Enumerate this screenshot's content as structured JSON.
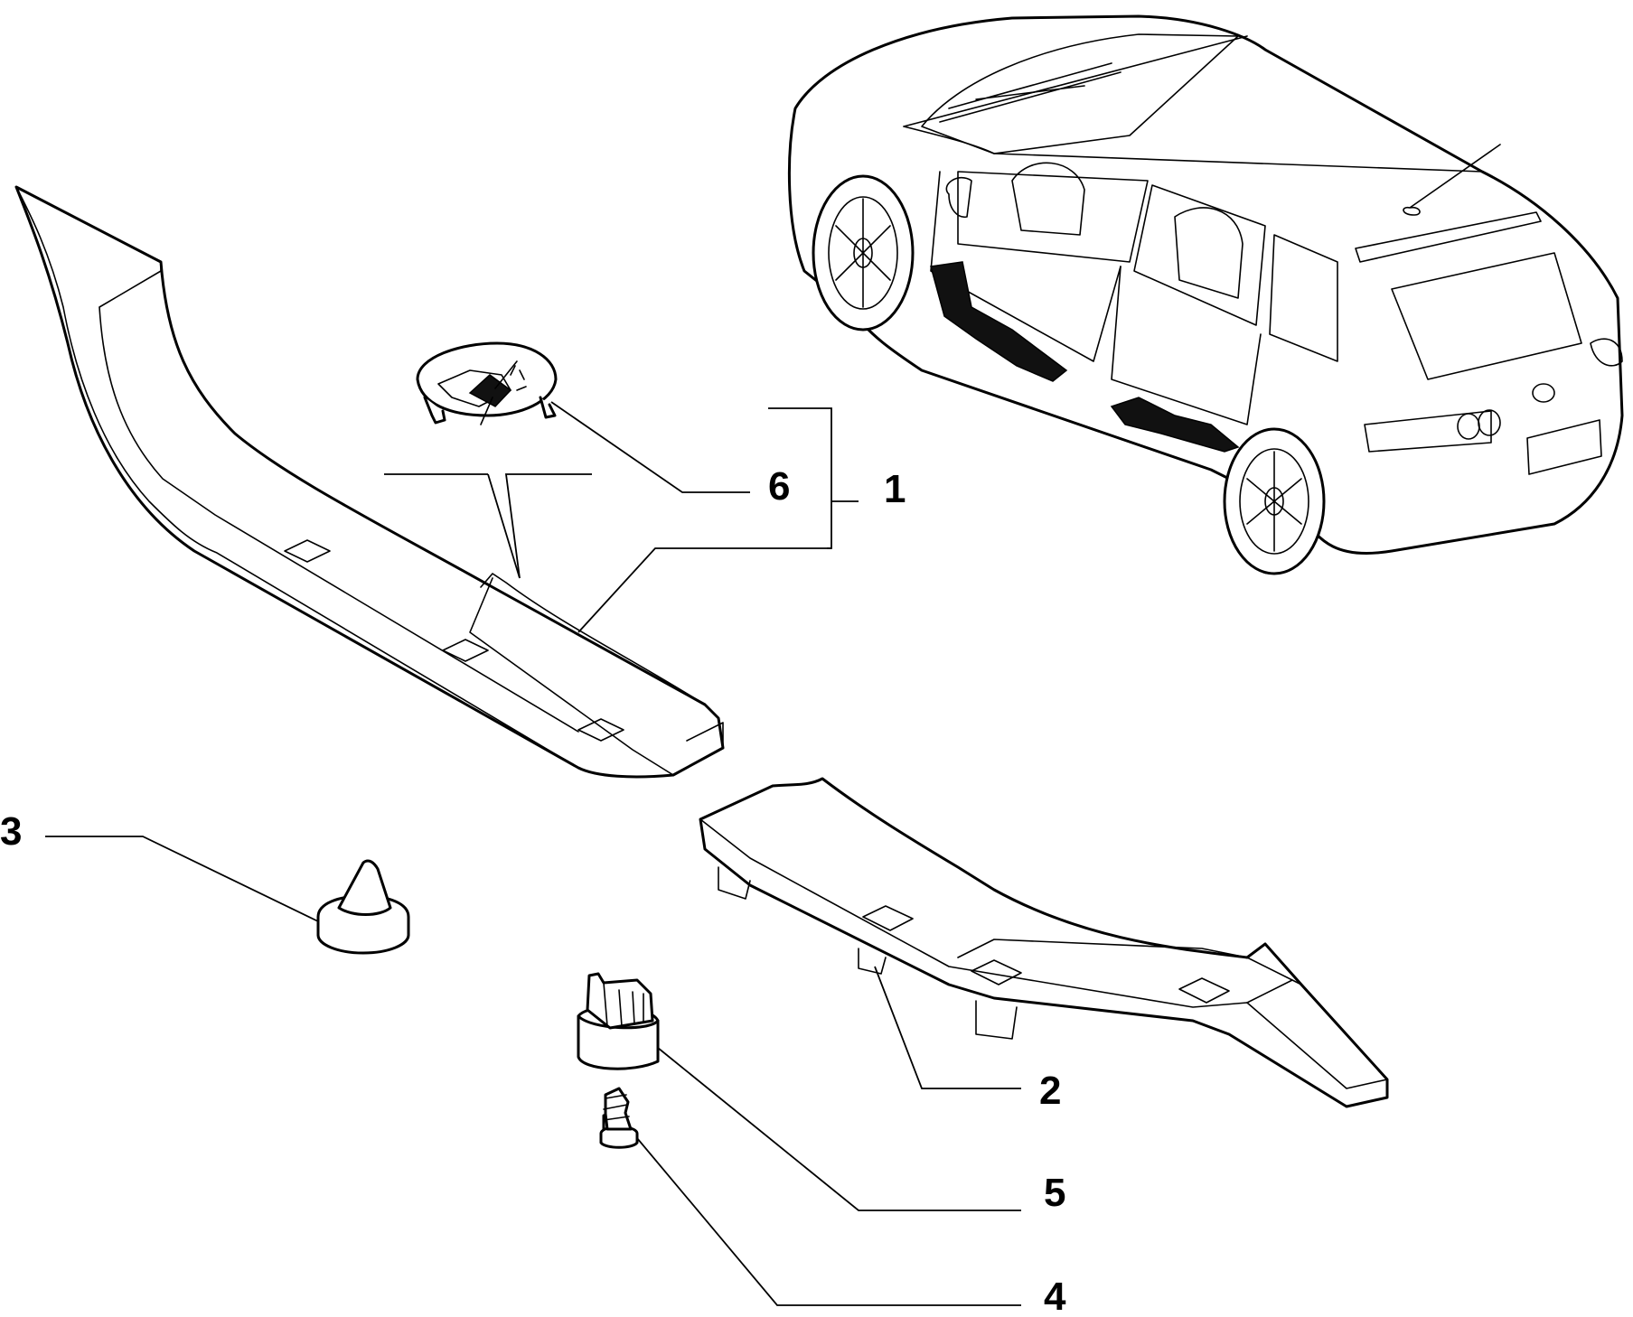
{
  "callouts": {
    "c1": "1",
    "c2": "2",
    "c3": "3",
    "c4": "4",
    "c5": "5",
    "c6": "6"
  },
  "colors": {
    "line": "#000000",
    "background": "#ffffff",
    "highlight": "#111111"
  }
}
